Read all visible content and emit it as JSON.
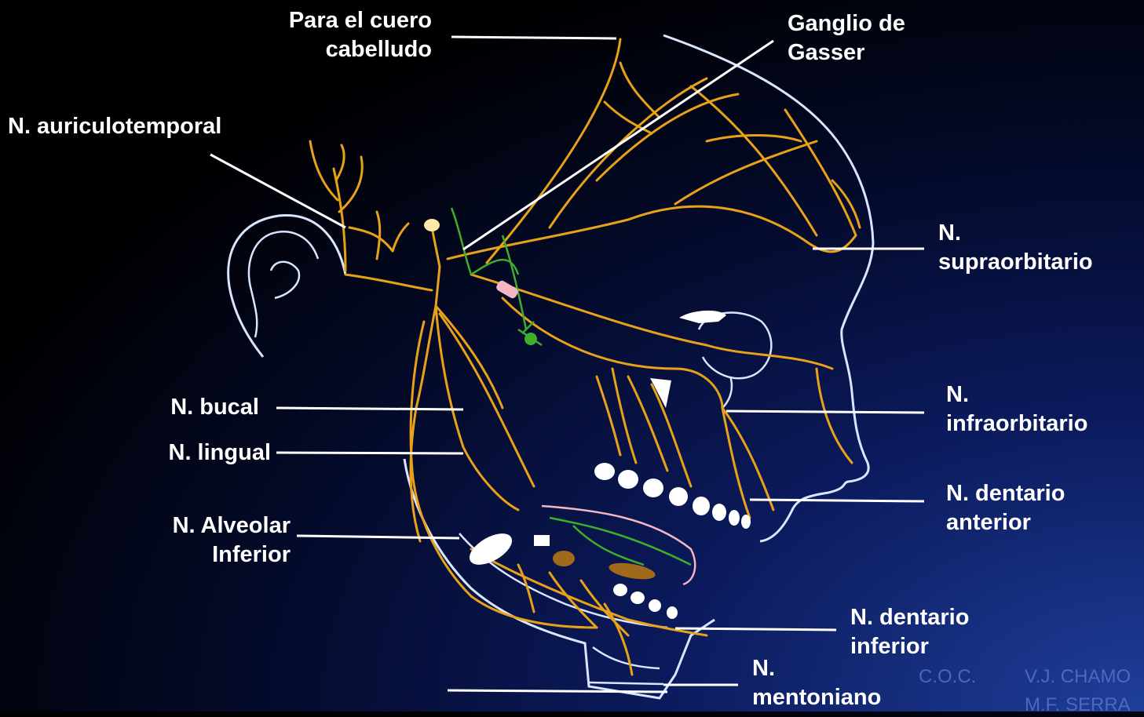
{
  "labels": {
    "scalp": [
      "Para el cuero",
      "cabelludo"
    ],
    "gasser": [
      "Ganglio de",
      "Gasser"
    ],
    "auriculotemporal": "N. auriculotemporal",
    "supraorbital": [
      "N.",
      "supraorbitario"
    ],
    "buccal": "N. bucal",
    "lingual": "N. lingual",
    "infraorbital": [
      "N.",
      "infraorbitario"
    ],
    "alveolar_inferior": [
      "N. Alveolar",
      "Inferior"
    ],
    "anterior_dental": [
      "N. dentario",
      "anterior"
    ],
    "inferior_dental": [
      "N. dentario",
      "inferior"
    ],
    "mental": [
      "N.",
      "mentoniano"
    ]
  },
  "credits": {
    "left": "C.O.C.",
    "right_1": "V.J. CHAMO",
    "right_2": "M.F. SERRA"
  },
  "colors": {
    "background": "#000000",
    "nerve": "#e8a21a",
    "outline": "#d9e6ff",
    "label_line": "#ffffff",
    "ganglion_green": "#3fae2a",
    "teeth": "#ffffff",
    "pink": "#f4b6c2"
  }
}
